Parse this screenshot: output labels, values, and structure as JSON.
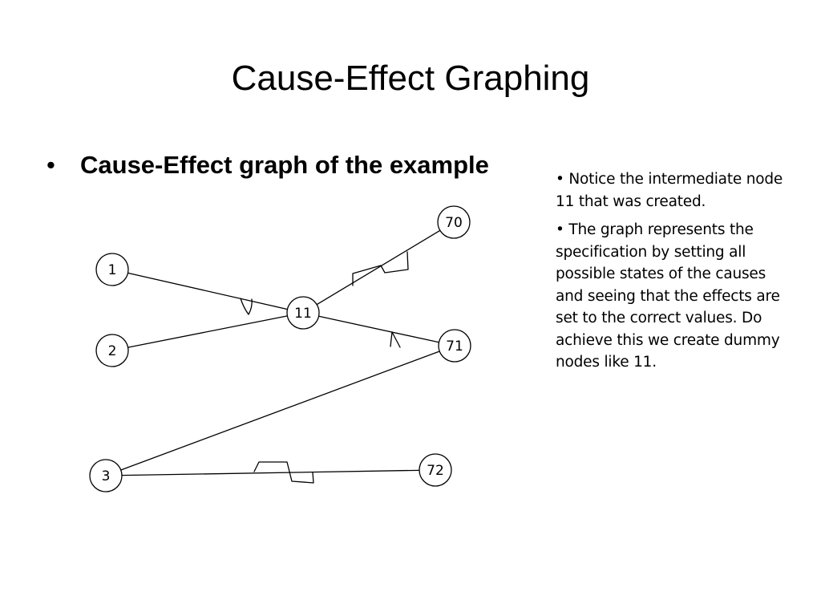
{
  "slide": {
    "title": "Cause-Effect Graphing",
    "bullet": "Cause-Effect graph of the example",
    "bullet_symbol": "•"
  },
  "notes": [
    "• Notice the intermediate node 11 that was created.",
    "• The graph represents the specification by setting all possible states of the causes and seeing that the effects are set to the correct values. Do achieve this we create dummy nodes like 11."
  ],
  "graph": {
    "nodes": [
      {
        "id": "n1",
        "label": "1"
      },
      {
        "id": "n2",
        "label": "2"
      },
      {
        "id": "n3",
        "label": "3"
      },
      {
        "id": "n11",
        "label": "11"
      },
      {
        "id": "n70",
        "label": "70"
      },
      {
        "id": "n71",
        "label": "71"
      },
      {
        "id": "n72",
        "label": "72"
      }
    ],
    "edges": [
      {
        "from": "n1",
        "to": "n11"
      },
      {
        "from": "n2",
        "to": "n11"
      },
      {
        "from": "n11",
        "to": "n70"
      },
      {
        "from": "n11",
        "to": "n71"
      },
      {
        "from": "n3",
        "to": "n71"
      },
      {
        "from": "n3",
        "to": "n72"
      }
    ],
    "operators": [
      {
        "symbol": "∨",
        "meaning": "or"
      },
      {
        "symbol": "∧",
        "meaning": "and"
      },
      {
        "symbol": "~",
        "meaning": "not"
      },
      {
        "symbol": "~",
        "meaning": "not"
      }
    ],
    "colors": {
      "stroke": "#000000",
      "fill": "#ffffff"
    }
  }
}
